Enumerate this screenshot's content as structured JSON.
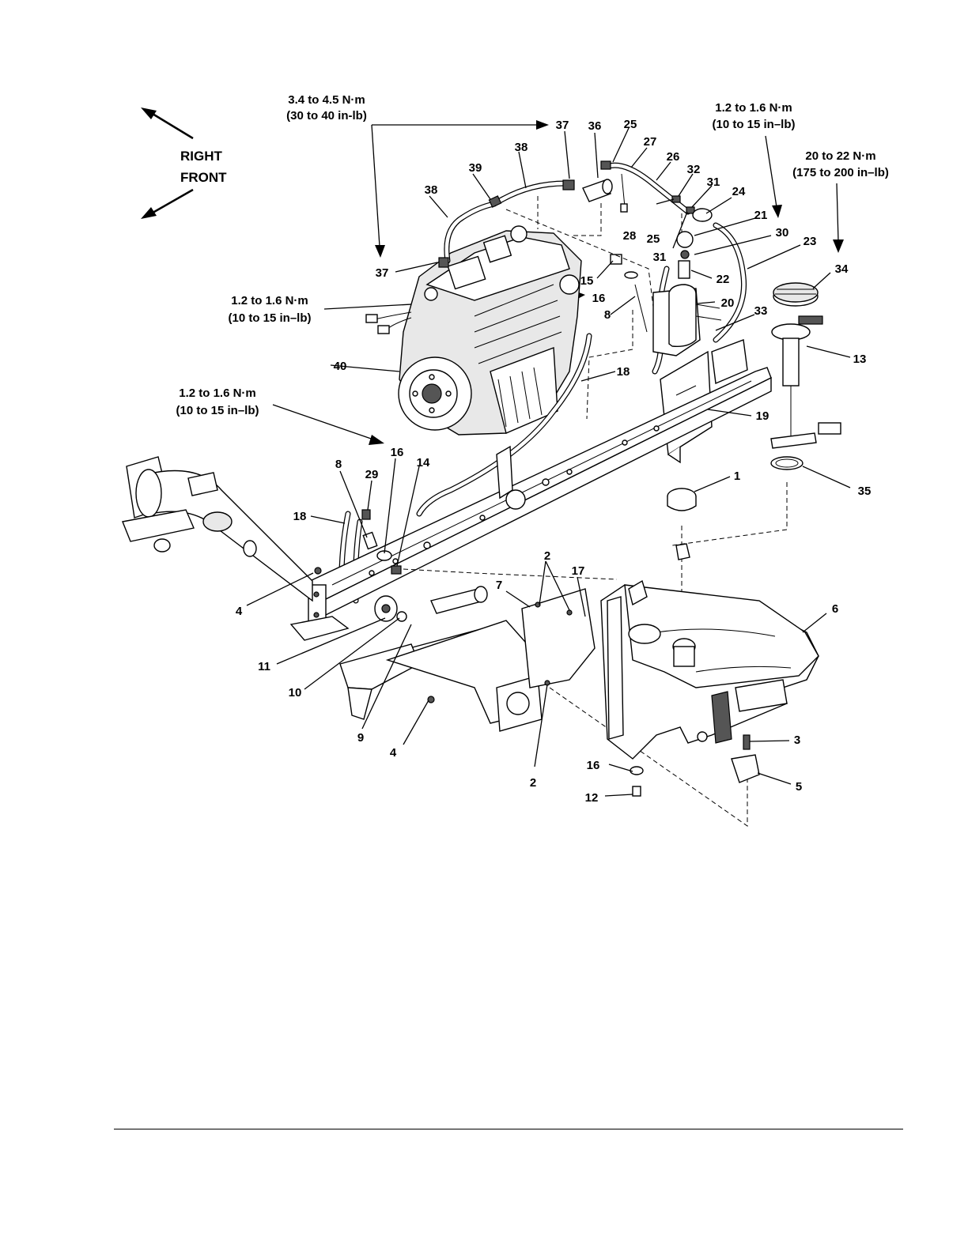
{
  "orientation": {
    "line1": "RIGHT",
    "line2": "FRONT"
  },
  "torque_specs": {
    "hose_clamp": {
      "metric": "3.4 to 4.5 N·m",
      "imperial": "(30 to 40 in-lb)"
    },
    "top_right": {
      "metric": "1.2 to 1.6 N·m",
      "imperial": "(10 to 15 in–lb)"
    },
    "sender": {
      "metric": "20 to 22 N·m",
      "imperial": "(175 to 200 in–lb)"
    },
    "mid_left": {
      "metric": "1.2 to 1.6 N·m",
      "imperial": "(10 to 15 in–lb)"
    },
    "lower_left": {
      "metric": "1.2 to 1.6 N·m",
      "imperial": "(10 to 15 in–lb)"
    }
  },
  "callouts": [
    "37",
    "36",
    "25",
    "27",
    "26",
    "32",
    "31",
    "24",
    "21",
    "30",
    "23",
    "34",
    "38",
    "39",
    "38",
    "28",
    "25",
    "31",
    "22",
    "20",
    "37",
    "15",
    "16",
    "8",
    "33",
    "13",
    "40",
    "18",
    "19",
    "16",
    "14",
    "8",
    "29",
    "18",
    "1",
    "35",
    "4",
    "2",
    "17",
    "7",
    "6",
    "11",
    "10",
    "9",
    "4",
    "2",
    "3",
    "16",
    "5",
    "12"
  ]
}
